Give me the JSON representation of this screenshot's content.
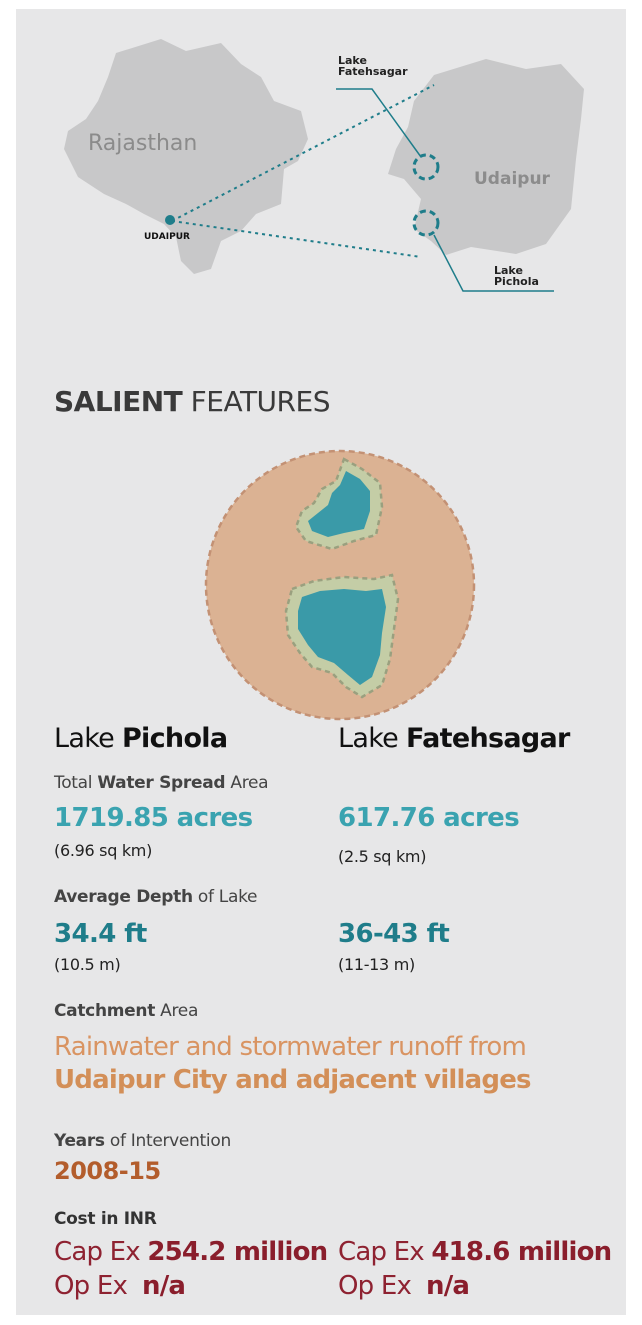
{
  "map": {
    "state_label": "Rajasthan",
    "city_marker_label": "UDAIPUR",
    "city_label": "Udaipur",
    "lake_top_line1": "Lake",
    "lake_top_line2": "Fatehsagar",
    "lake_bottom_line1": "Lake",
    "lake_bottom_line2": "Pichola"
  },
  "section": {
    "title_bold": "SALIENT",
    "title_rest": " FEATURES"
  },
  "lakes": {
    "pichola": {
      "prefix": "Lake ",
      "name": "Pichola"
    },
    "fatehsagar": {
      "prefix": "Lake ",
      "name": "Fatehsagar"
    }
  },
  "water_spread": {
    "label_pre": "Total ",
    "label_bold": "Water Spread",
    "label_post": " Area",
    "pichola_value": "1719.85 acres",
    "pichola_sub": "(6.96 sq km)",
    "fatehsagar_value": "617.76 acres",
    "fatehsagar_sub": "(2.5 sq km)"
  },
  "depth": {
    "label_bold": "Average Depth",
    "label_post": " of Lake",
    "pichola_value": "34.4 ft",
    "pichola_sub": "(10.5 m)",
    "fatehsagar_value": "36-43 ft",
    "fatehsagar_sub": "(11-13 m)"
  },
  "catchment": {
    "label_bold": "Catchment",
    "label_post": " Area",
    "line1": "Rainwater and stormwater runoff from",
    "line2": "Udaipur City and adjacent villages"
  },
  "intervention": {
    "label_bold": "Years",
    "label_post": " of Intervention",
    "value": "2008-15"
  },
  "cost": {
    "label": "Cost in INR",
    "capex_label": "Cap Ex ",
    "opex_label": "Op Ex  ",
    "pichola_capex": "254.2 million",
    "pichola_opex": "n/a",
    "fatehsagar_capex": "418.6 million",
    "fatehsagar_opex": "n/a"
  },
  "colors": {
    "teal": "#3aa3b0",
    "dark_teal": "#1f7d8a",
    "catchment_orange": "#d99462",
    "years_brown": "#b35d2c",
    "cost_maroon": "#8e2231",
    "circle_fill": "#dbb293"
  }
}
